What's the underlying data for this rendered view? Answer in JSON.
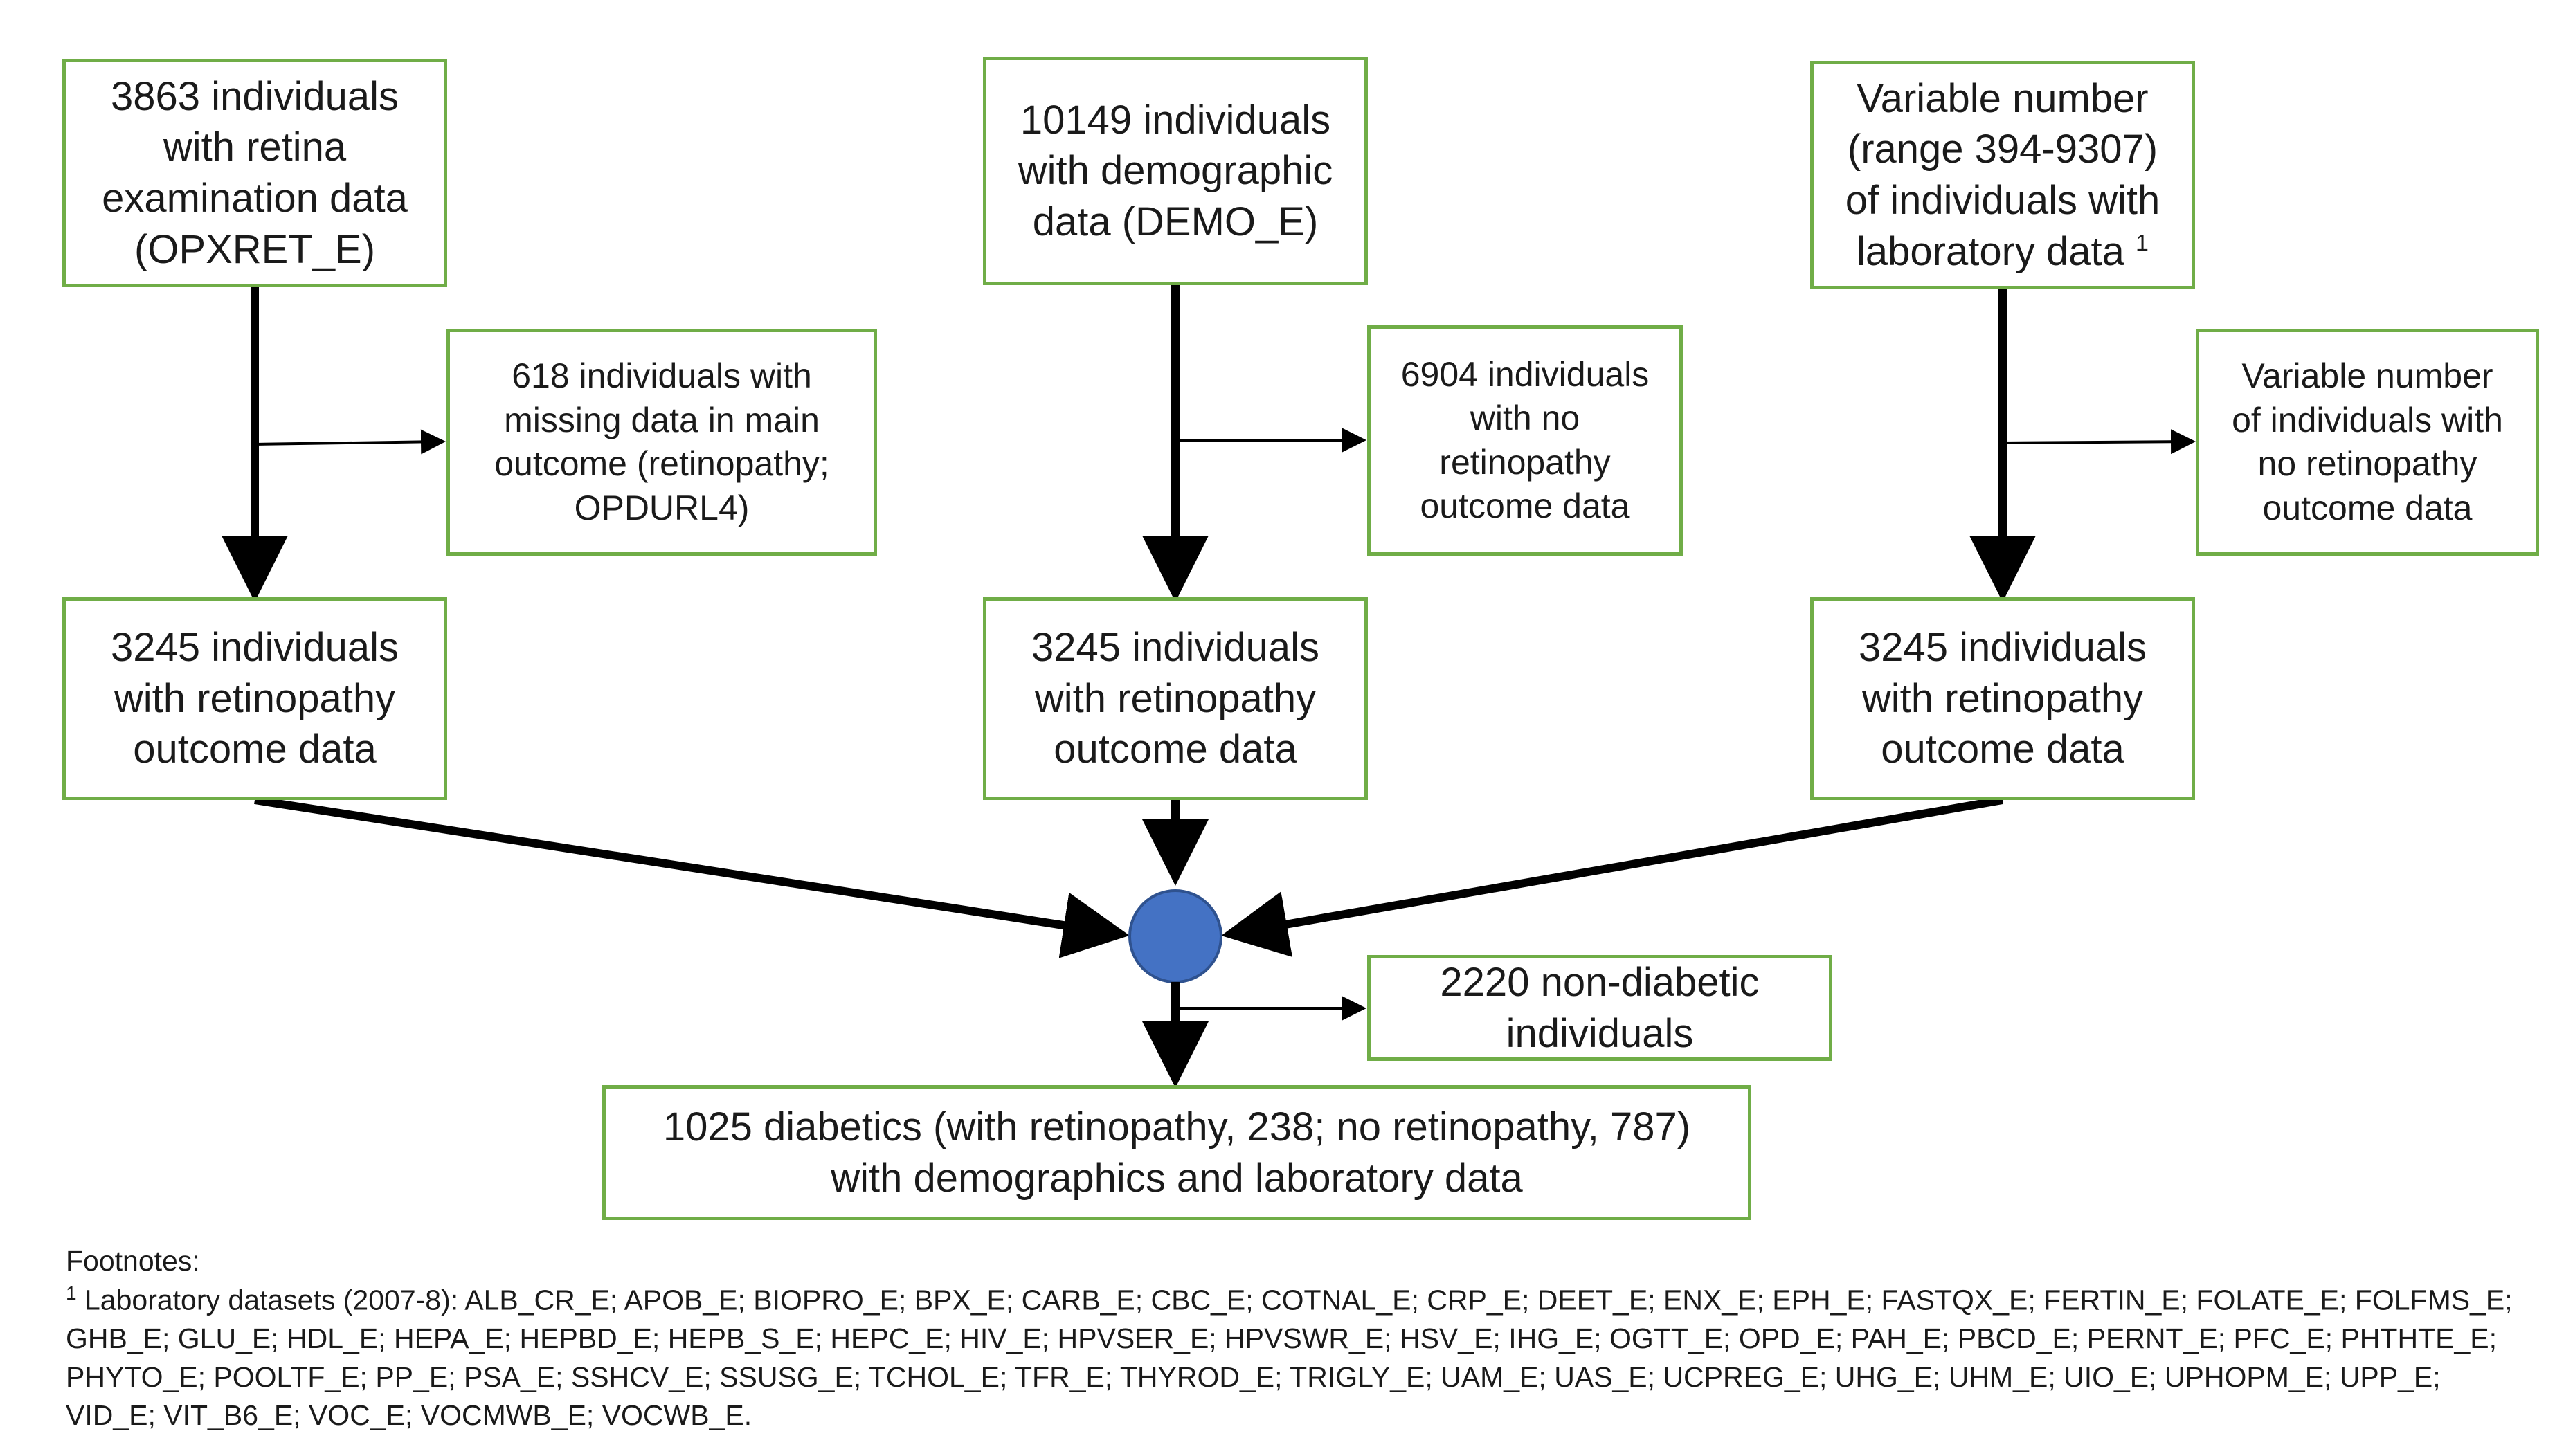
{
  "boxes": {
    "opxret": "3863 individuals\nwith retina\nexamination data\n(OPXRET_E)",
    "demo": "10149 individuals\nwith demographic\ndata (DEMO_E)",
    "lab": "Variable number\n(range 394-9307)\nof individuals with\nlaboratory data",
    "lab_sup": "1",
    "missing_left": "618 individuals with\nmissing data in main\noutcome (retinopathy;\nOPDURL4)",
    "missing_mid": "6904 individuals\nwith no\nretinopathy\noutcome data",
    "missing_right": "Variable number\nof individuals with\nno retinopathy\noutcome data",
    "outcome_left": "3245 individuals\nwith retinopathy\noutcome data",
    "outcome_mid": "3245 individuals\nwith retinopathy\noutcome data",
    "outcome_right": "3245 individuals\nwith retinopathy\noutcome data",
    "nondiabetic": "2220 non-diabetic\nindividuals",
    "final": "1025 diabetics (with retinopathy, 238; no retinopathy, 787)\nwith demographics and laboratory data"
  },
  "colors": {
    "box_border": "#70ad47",
    "merge_node": "#4472c4",
    "arrow": "#000000"
  },
  "footnotes": {
    "heading": "Footnotes:",
    "marker": "1",
    "text": "Laboratory datasets (2007-8): ALB_CR_E; APOB_E; BIOPRO_E; BPX_E; CARB_E; CBC_E; COTNAL_E; CRP_E; DEET_E; ENX_E; EPH_E; FASTQX_E; FERTIN_E; FOLATE_E; FOLFMS_E; GHB_E; GLU_E; HDL_E; HEPA_E; HEPBD_E; HEPB_S_E; HEPC_E; HIV_E; HPVSER_E; HPVSWR_E; HSV_E; IHG_E; OGTT_E; OPD_E; PAH_E; PBCD_E; PERNT_E; PFC_E; PHTHTE_E; PHYTO_E; POOLTF_E; PP_E; PSA_E; SSHCV_E; SSUSG_E; TCHOL_E; TFR_E; THYROD_E; TRIGLY_E; UAM_E; UAS_E; UCPREG_E; UHG_E; UHM_E; UIO_E; UPHOPM_E; UPP_E; VID_E; VIT_B6_E; VOC_E; VOCMWB_E; VOCWB_E."
  }
}
